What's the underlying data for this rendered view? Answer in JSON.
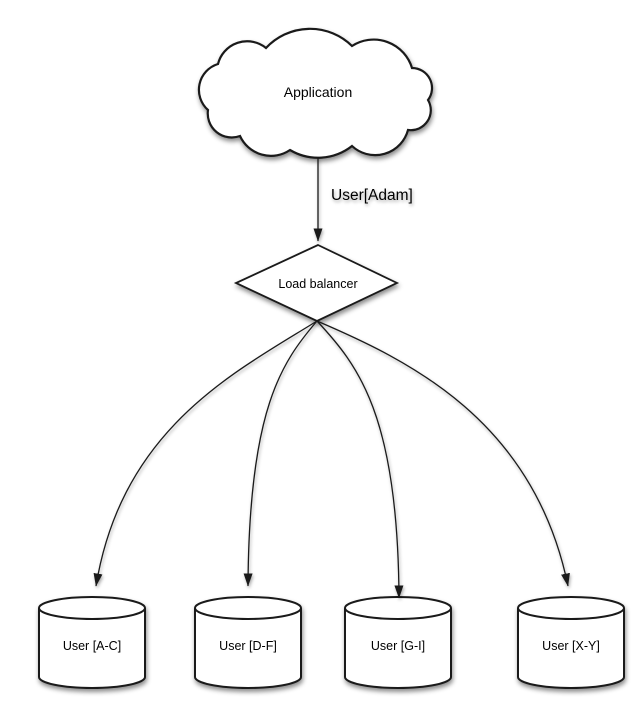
{
  "diagram": {
    "type": "flow-diagram",
    "nodes": {
      "application": {
        "label": "Application",
        "shape": "cloud"
      },
      "load_balancer": {
        "label": "Load balancer",
        "shape": "diamond"
      },
      "databases": [
        {
          "label": "User [A-C]",
          "shape": "cylinder"
        },
        {
          "label": "User [D-F]",
          "shape": "cylinder"
        },
        {
          "label": "User [G-I]",
          "shape": "cylinder"
        },
        {
          "label": "User [X-Y]",
          "shape": "cylinder"
        }
      ]
    },
    "edges": {
      "app_to_lb": {
        "label": "User[Adam]",
        "from": "application",
        "to": "load_balancer"
      },
      "lb_fanout_count": 4
    },
    "colors": {
      "stroke": "#1a1a1a",
      "node_fill": "#ffffff",
      "text": "#000000",
      "background": "#ffffff"
    }
  }
}
